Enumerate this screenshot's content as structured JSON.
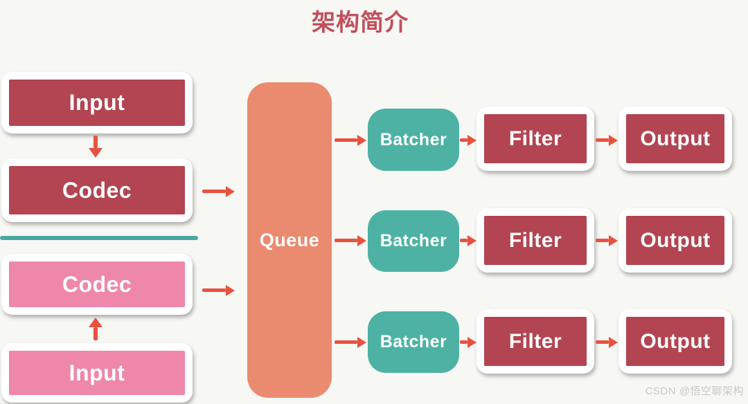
{
  "title": "架构简介",
  "left_column": {
    "input_top": "Input",
    "codec_top": "Codec",
    "codec_bottom": "Codec",
    "input_bottom": "Input"
  },
  "queue": {
    "label": "Queue"
  },
  "pipelines": [
    {
      "batcher": "Batcher",
      "filter": "Filter",
      "output": "Output"
    },
    {
      "batcher": "Batcher",
      "filter": "Filter",
      "output": "Output"
    },
    {
      "batcher": "Batcher",
      "filter": "Filter",
      "output": "Output"
    }
  ],
  "watermark": {
    "text": "CSDN @悟空聊架构"
  },
  "colors": {
    "title": "#c24e59",
    "dark_red": "#b34451",
    "pink": "#ee87a9",
    "teal": "#4db2a4",
    "salmon": "#ea8a6e",
    "arrow": "#e8513d",
    "divider": "#49a8a1",
    "background": "#f7f7f4",
    "watermark": "#c8c8c8"
  }
}
